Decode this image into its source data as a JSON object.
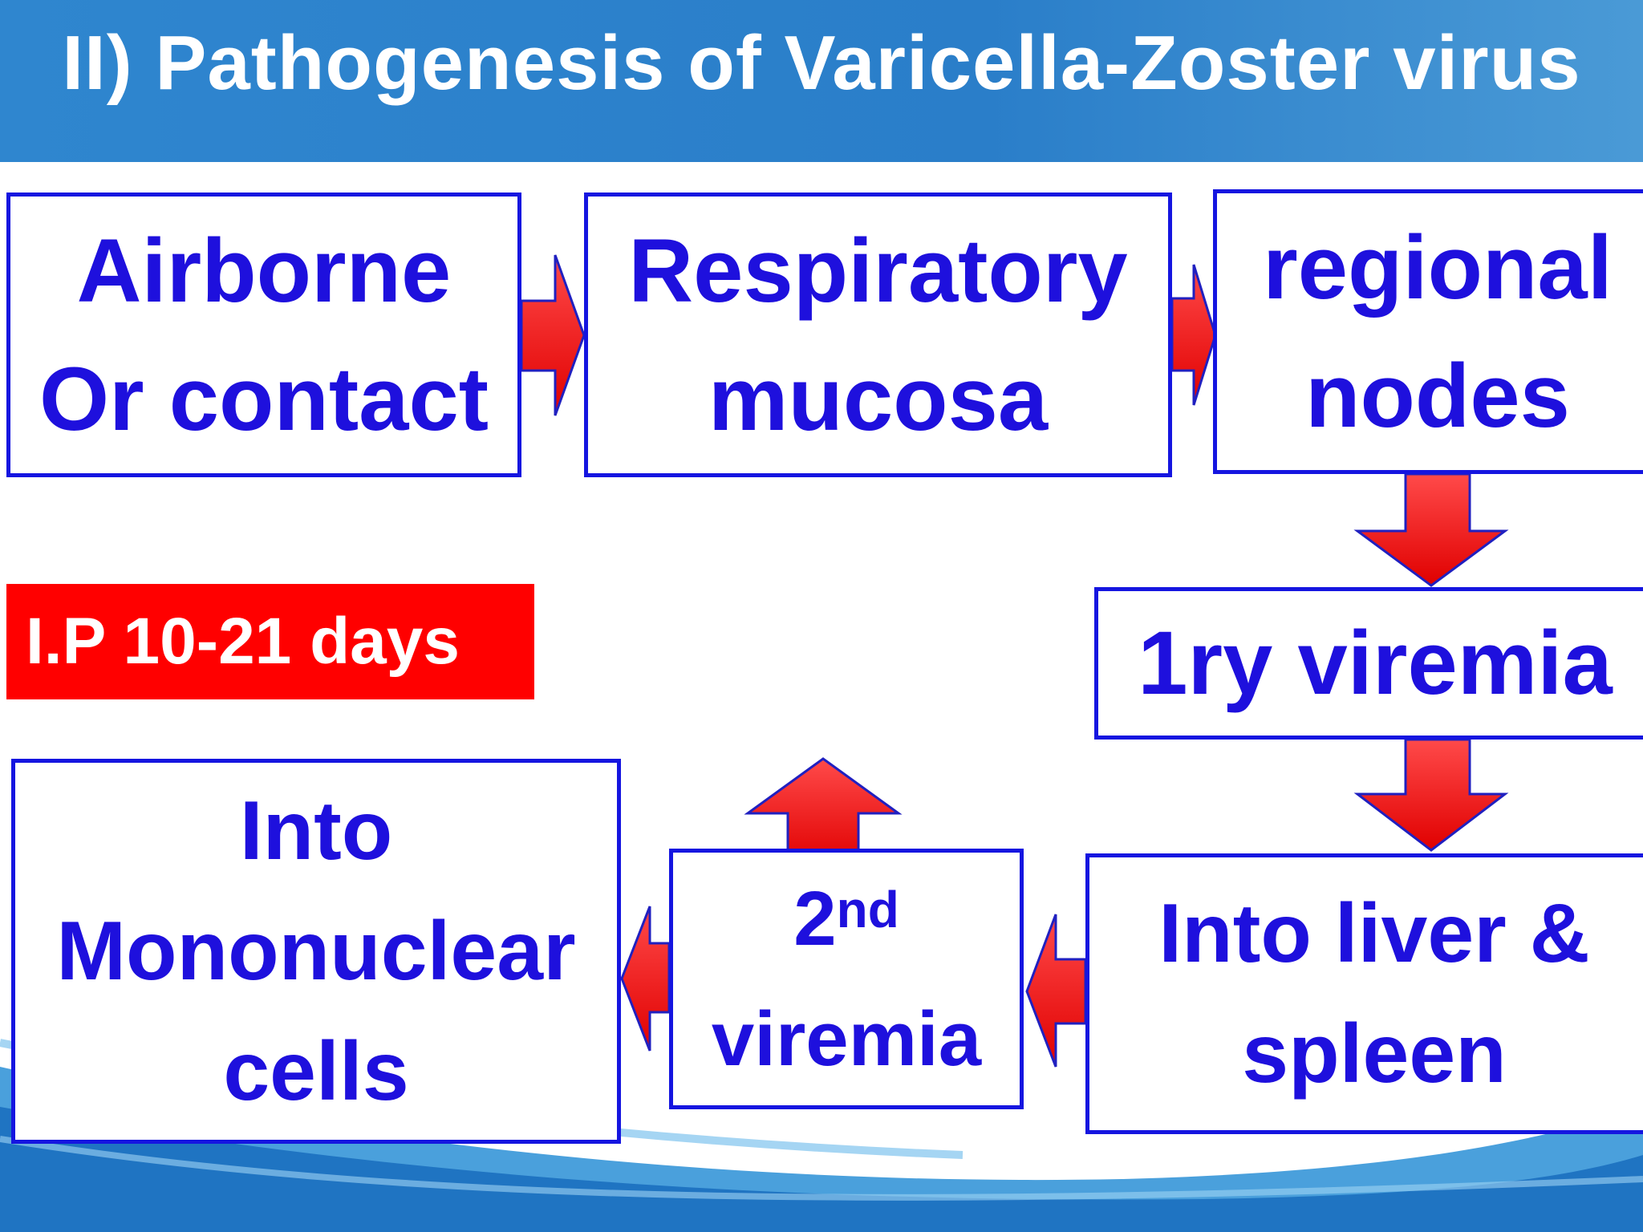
{
  "title": "II) Pathogenesis of Varicella-Zoster virus",
  "boxes": {
    "airborne": [
      "Airborne",
      "Or contact"
    ],
    "respiratory": [
      "Respiratory",
      "mucosa"
    ],
    "regional": [
      "regional",
      "nodes"
    ],
    "primary_viremia": "1ry viremia",
    "liver_spleen": [
      "Into liver &",
      "spleen"
    ],
    "second_viremia": {
      "num": "2",
      "sup": "nd",
      "word": "viremia"
    },
    "mononuclear": [
      "Into",
      "Mononuclear",
      "cells"
    ]
  },
  "incubation_label": "I.P 10-21 days",
  "colors": {
    "header": "#2a7ec9",
    "box_text": "#1e10dd",
    "box_border": "#1515e0",
    "arrow": "#ff1a1a",
    "ip_bg": "#ff0000"
  }
}
